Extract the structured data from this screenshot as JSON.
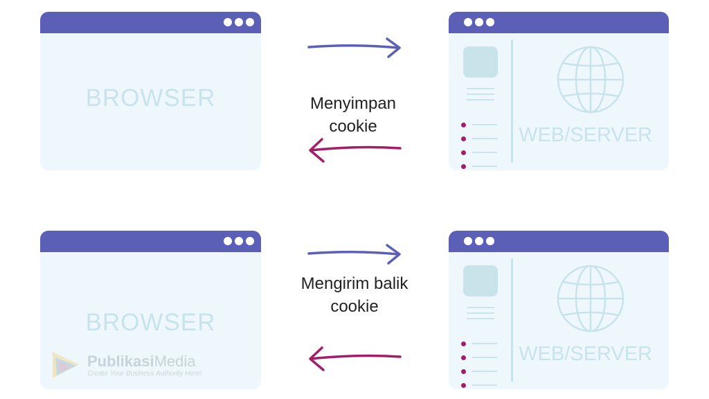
{
  "panels": {
    "top": {
      "browser_label": "BROWSER",
      "server_label": "WEB/SERVER",
      "caption_line1": "Menyimpan",
      "caption_line2": "cookie"
    },
    "bottom": {
      "browser_label": "BROWSER",
      "server_label": "WEB/SERVER",
      "caption_line1": "Mengirim balik",
      "caption_line2": "cookie"
    }
  },
  "watermark": {
    "brand_bold": "Publikasi",
    "brand_light": "Media",
    "tagline": "Create Your Business Authority Here!"
  },
  "colors": {
    "window_bar": "#5b5fb5",
    "window_body": "#eef8fc",
    "arrow_to_server": "#5b5fb5",
    "arrow_to_browser": "#a31d6b",
    "pale_text": "#c8e3ea"
  }
}
